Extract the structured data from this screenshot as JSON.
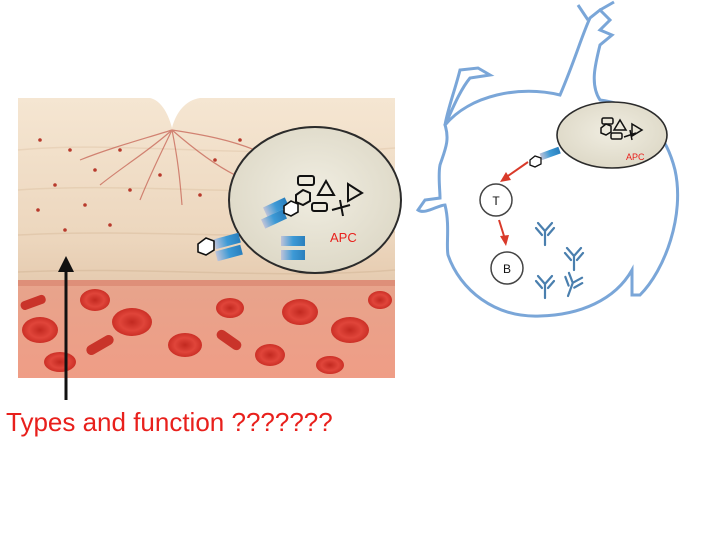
{
  "labels": {
    "apc_tissue": "APC",
    "apc_node": "APC",
    "t_cell": "T",
    "b_cell": "B",
    "caption": "Types and function ???????"
  },
  "colors": {
    "label_red": "#e8201c",
    "arrow_red": "#d93a2a",
    "tissue_top": "#f3e3cf",
    "tissue_lower": "#e6cab1",
    "blood_bg": "#ea9a83",
    "rbc": "#d9342a",
    "apc_cell": "#e9e5d6",
    "lymph_outline": "#7aa6d8",
    "receptor_blue": "#3d9ad6",
    "antibody": "#4a7fae"
  }
}
